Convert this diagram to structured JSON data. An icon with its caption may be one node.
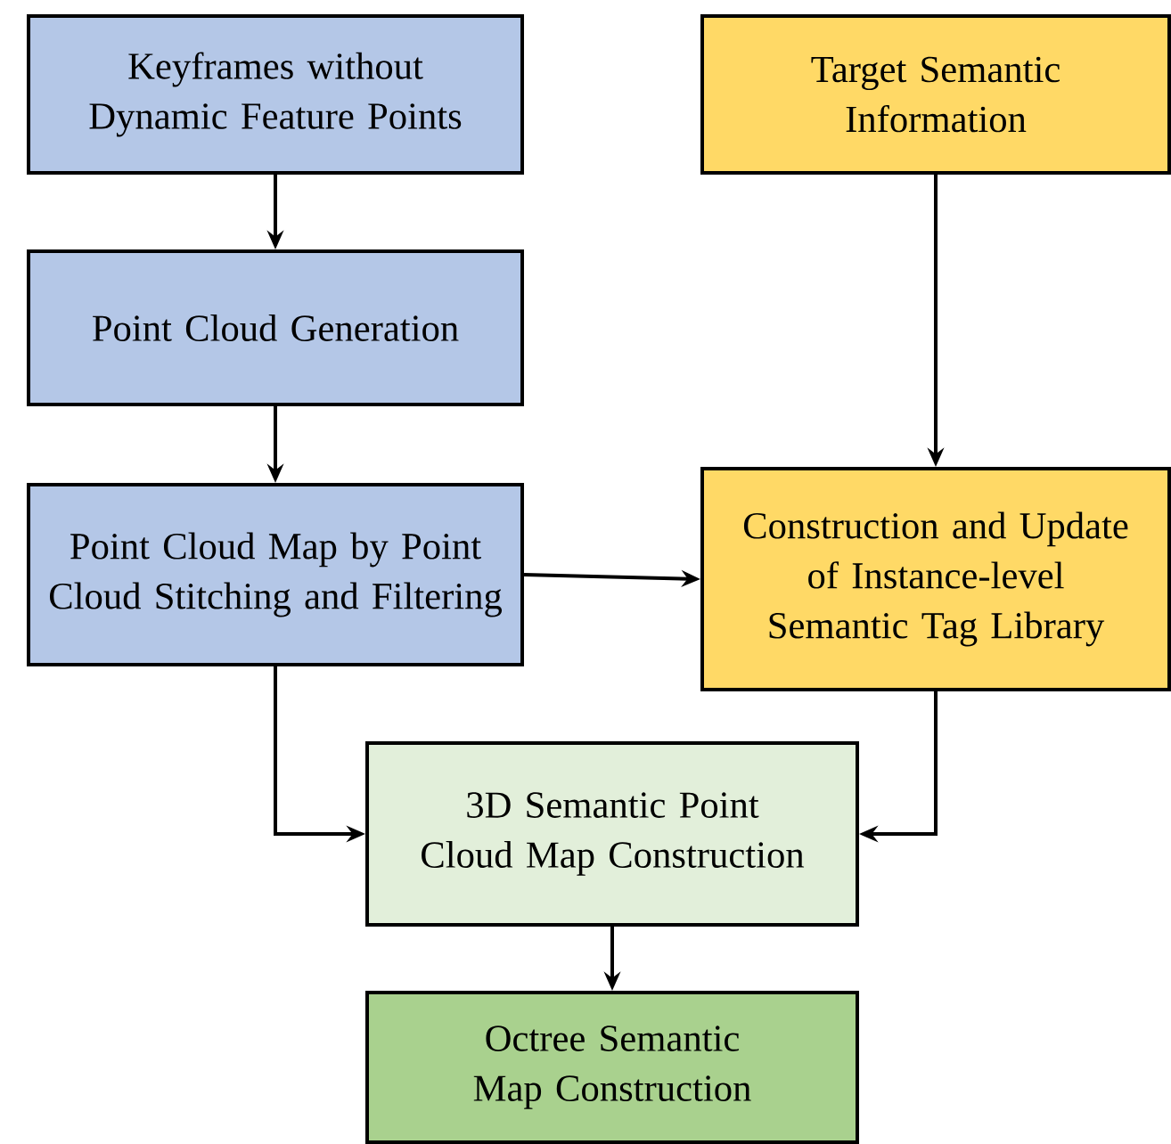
{
  "diagram": {
    "nodes": [
      {
        "text": [
          "Keyframes without Dynamic Feature Points"
        ]
      },
      {
        "text": [
          "Target Semantic Information"
        ]
      },
      {
        "text": [
          "Point Cloud Generation"
        ]
      },
      {
        "text": [
          "Point Cloud Map by Point Cloud Stitching and Filtering"
        ]
      },
      {
        "text": [
          "Construction and Update of Instance-level Semantic Tag Library"
        ]
      },
      {
        "text": [
          "3D Semantic Point Cloud Map Construction"
        ]
      },
      {
        "text": [
          "Octree Semantic Map Construction"
        ]
      }
    ],
    "edges": [
      {
        "from": 0,
        "to": 2,
        "arrow": "to"
      },
      {
        "from": 2,
        "to": 3,
        "arrow": "to"
      },
      {
        "from": 1,
        "to": 4,
        "arrow": "to"
      },
      {
        "from": 3,
        "to": 4,
        "arrow": "to"
      },
      {
        "from": 3,
        "to": 5,
        "arrow": "to"
      },
      {
        "from": 4,
        "to": 5,
        "arrow": "to"
      },
      {
        "from": 5,
        "to": 6,
        "arrow": "to"
      }
    ]
  }
}
